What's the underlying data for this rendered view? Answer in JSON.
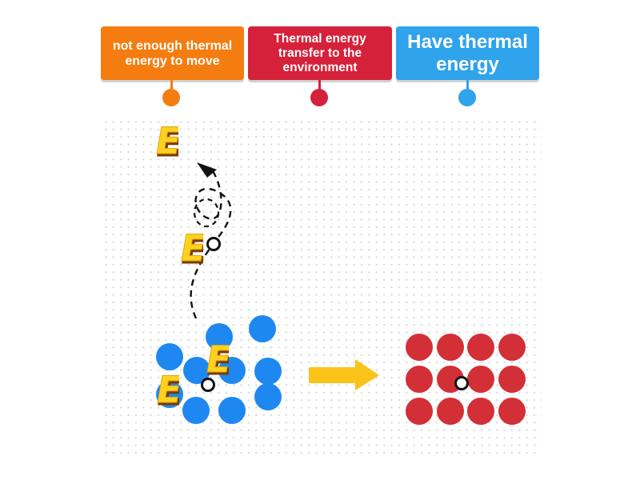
{
  "labels": [
    {
      "id": "orange",
      "text": "not enough thermal energy to move",
      "color": "#f57c10"
    },
    {
      "id": "red",
      "text": "Thermal energy transfer to the environment",
      "color": "#d6213a"
    },
    {
      "id": "blue",
      "text": "Have thermal energy",
      "color": "#2fa3ec"
    }
  ],
  "diagram": {
    "energy_letter": "E",
    "particle_colors": {
      "moving": "#1e88f0",
      "still": "#d32f36"
    },
    "arrow_color": "#f9c31a",
    "dot_grid_color": "#cfd3d8"
  }
}
